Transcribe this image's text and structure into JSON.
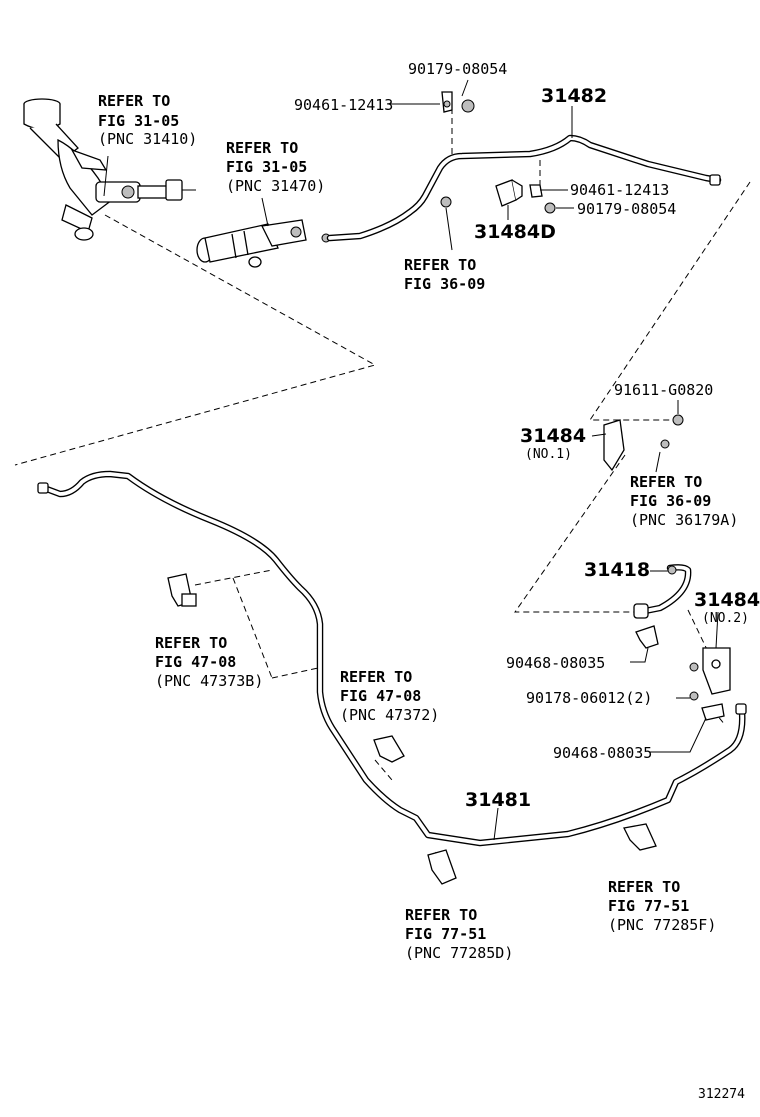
{
  "figure_id": "312274",
  "callouts": {
    "c1": {
      "l1": "REFER TO",
      "l2": "FIG 31-05",
      "l3": "(PNC 31410)"
    },
    "c2": {
      "l1": "REFER TO",
      "l2": "FIG 31-05",
      "l3": "(PNC 31470)"
    },
    "c3": {
      "l1": "REFER TO",
      "l2": "FIG 36-09"
    },
    "c4": {
      "l1": "REFER TO",
      "l2": "FIG 36-09",
      "l3": "(PNC 36179A)"
    },
    "c5": {
      "l1": "REFER TO",
      "l2": "FIG 47-08",
      "l3": "(PNC 47373B)"
    },
    "c6": {
      "l1": "REFER TO",
      "l2": "FIG 47-08",
      "l3": "(PNC 47372)"
    },
    "c7": {
      "l1": "REFER TO",
      "l2": "FIG 77-51",
      "l3": "(PNC 77285D)"
    },
    "c8": {
      "l1": "REFER TO",
      "l2": "FIG 77-51",
      "l3": "(PNC 77285F)"
    }
  },
  "parts": {
    "p_90179_a": "90179-08054",
    "p_90461_a": "90461-12413",
    "p_31482": "31482",
    "p_90461_b": "90461-12413",
    "p_90179_b": "90179-08054",
    "p_31484d": "31484D",
    "p_91611": "91611-G0820",
    "p_31484_1": "31484",
    "p_31484_1_note": "(NO.1)",
    "p_31418": "31418",
    "p_31484_2": "31484",
    "p_31484_2_note": "(NO.2)",
    "p_90468_a": "90468-08035",
    "p_90178": "90178-06012(2)",
    "p_90468_b": "90468-08035",
    "p_31481": "31481"
  }
}
